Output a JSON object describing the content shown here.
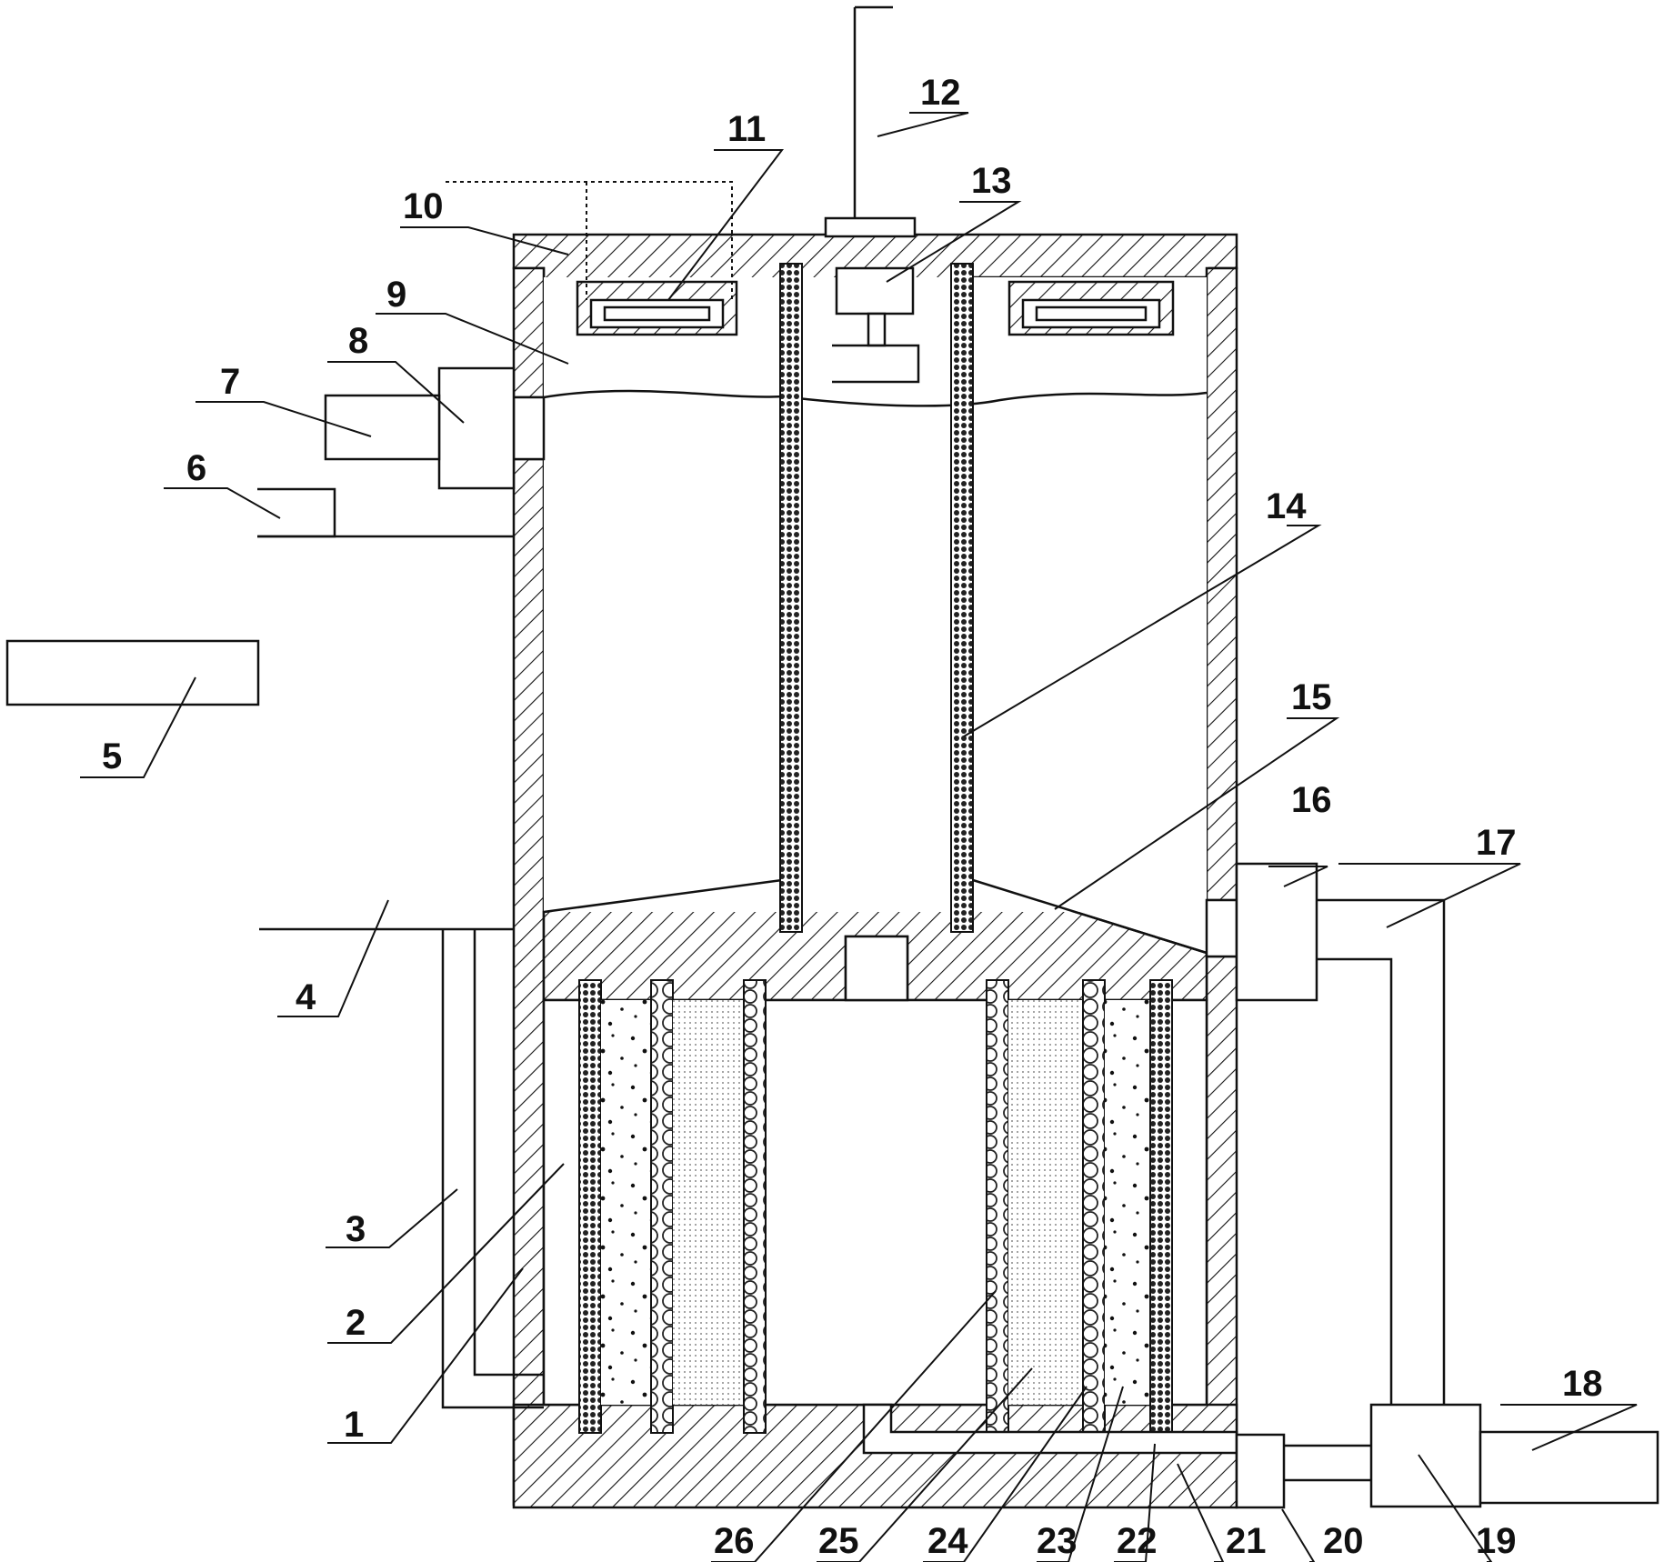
{
  "figure": {
    "labels": [
      "1",
      "2",
      "3",
      "4",
      "5",
      "6",
      "7",
      "8",
      "9",
      "10",
      "11",
      "12",
      "13",
      "14",
      "15",
      "16",
      "17",
      "18",
      "19",
      "20",
      "21",
      "22",
      "23",
      "24",
      "25",
      "26"
    ]
  }
}
